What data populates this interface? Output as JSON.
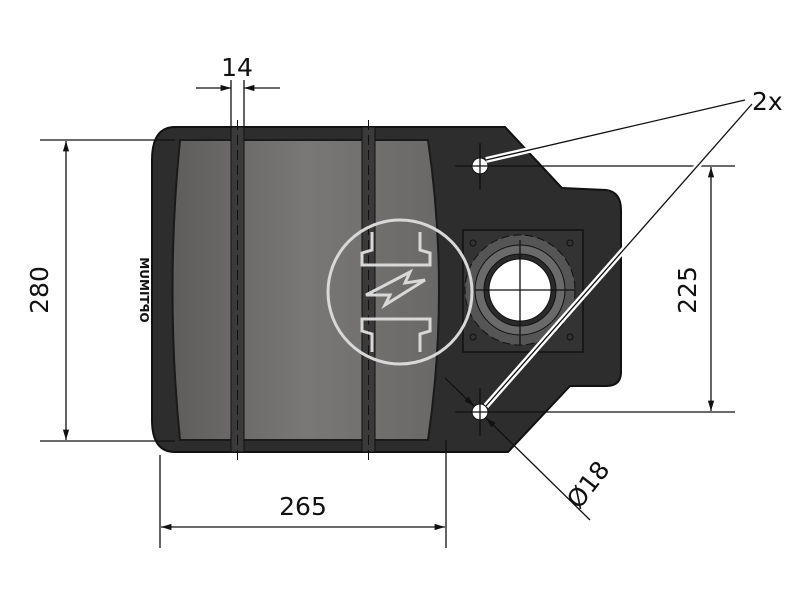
{
  "drawing": {
    "logo_text": "OPTIMUM",
    "dimensions": {
      "strap_width": "14",
      "height": "280",
      "hole_spacing": "225",
      "width": "265",
      "hole_diameter": "Ø18",
      "hole_count": "2x"
    },
    "colors": {
      "body": "#2b2b2b",
      "panel": "#6e6c6a",
      "line": "#111111",
      "watermark": "#d8d8d8"
    }
  }
}
